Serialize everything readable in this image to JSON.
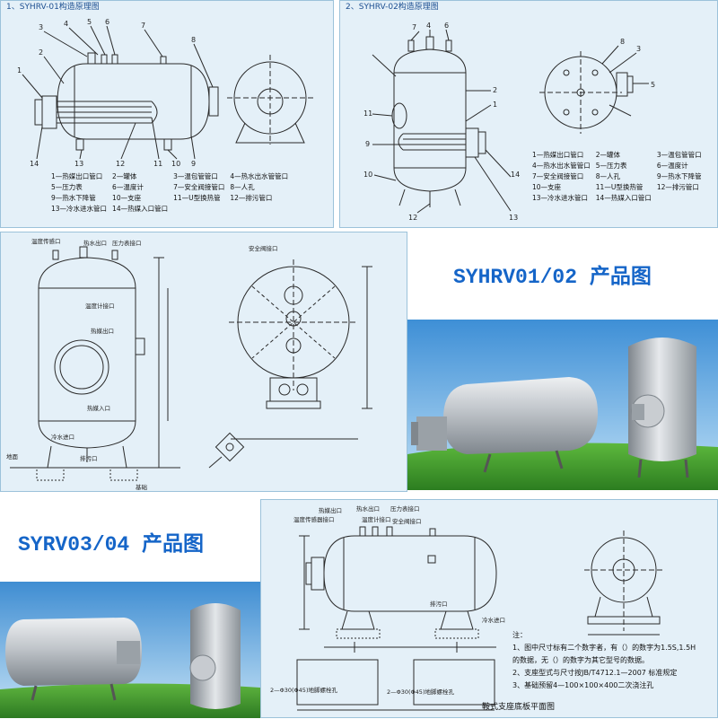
{
  "panel1": {
    "title": "1、SYHRV-01构造原理图",
    "callouts": [
      "3",
      "4",
      "5",
      "6",
      "7",
      "8",
      "2",
      "1",
      "14",
      "13",
      "12",
      "11",
      "10",
      "9"
    ],
    "legend": [
      "1—热媒出口管口",
      "2—罐体",
      "3—温包管管口",
      "4—热水出水管管口",
      "5—压力表",
      "6—温度计",
      "7—安全阀接管口",
      "8—人孔",
      "9—热水下降管",
      "10—支座",
      "11—U型换热管",
      "12—排污管口",
      "13—冷水进水管口",
      "14—热媒入口管口"
    ]
  },
  "panel2": {
    "title": "2、SYHRV-02构造原理图",
    "callouts": [
      "7",
      "4",
      "6",
      "8",
      "3",
      "5",
      "2",
      "1",
      "11",
      "9",
      "10",
      "12",
      "13",
      "14"
    ],
    "legend": [
      "1—热媒出口管口",
      "2—罐体",
      "3—温包管管口",
      "4—热水出水管管口",
      "5—压力表",
      "6—温度计",
      "7—安全阀接管口",
      "8—人孔",
      "9—热水下降管",
      "10—支座",
      "11—U型换热管",
      "12—排污管口",
      "13—冷水进水管口",
      "14—热媒入口管口"
    ]
  },
  "panel3": {
    "labels": [
      "温度传感口",
      "热水出口",
      "压力表接口",
      "安全阀接口",
      "温度计接口",
      "热媒出口",
      "热媒入口",
      "冷水进口",
      "排污口",
      "基础",
      "地面"
    ]
  },
  "caption_top": "SYHRV01/02 产品图",
  "caption_bottom": "SYRV03/04 产品图",
  "panel6": {
    "labels": [
      "热媒出口",
      "温度传感器接口",
      "热水出口",
      "压力表接口",
      "安全阀接口",
      "温度计接口",
      "冷水进口",
      "排污口"
    ],
    "notes": [
      "注：",
      "1、图中尺寸标有二个数字者，有（）的数字为1.5S,1.5H",
      "的数据，无（）的数字为其它型号的数据。",
      "2、支座型式与尺寸按JB/T4712.1—2007 标准规定",
      "3、基础预留4—100×100×400二次浇注孔"
    ],
    "base_caption": "鞍式支座底板平面图",
    "hole_labels": [
      "2—Φ30(Φ45)地脚螺栓孔",
      "2—Φ30(Φ45)地脚螺栓孔"
    ]
  },
  "colors": {
    "drawing_bg": "#e4f0f8",
    "line": "#2a2a2a",
    "caption": "#1565c8",
    "sky": "#6fb7ea",
    "grass": "#3f9a2c",
    "tank": "#b7bcc1"
  }
}
